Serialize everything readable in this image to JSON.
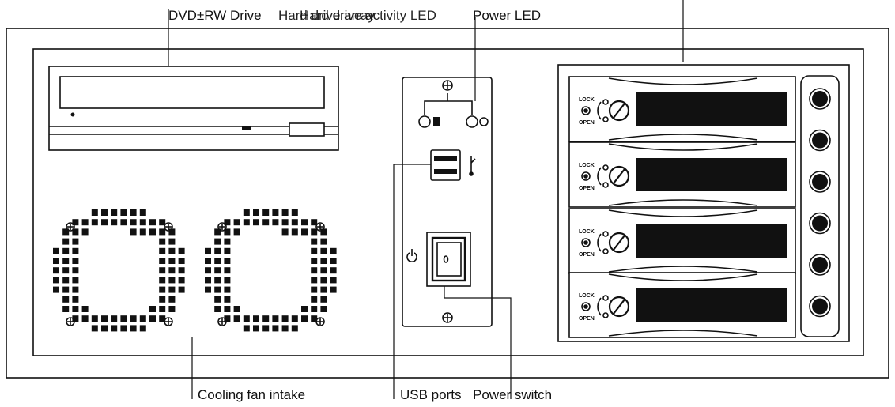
{
  "labels": {
    "dvd_drive": "DVD±RW Drive",
    "hard_drive_array": "Hard drive array",
    "hdd_activity_led": "Hard drive activity LED",
    "power_led": "Power LED",
    "cooling_fan_intake": "Cooling fan intake",
    "usb_ports": "USB ports",
    "power_switch": "Power switch"
  },
  "bay_labels": {
    "lock": "LOCK",
    "open": "OPEN"
  },
  "counts": {
    "drive_trays": 4,
    "round_buttons": 6,
    "fans": 2
  }
}
